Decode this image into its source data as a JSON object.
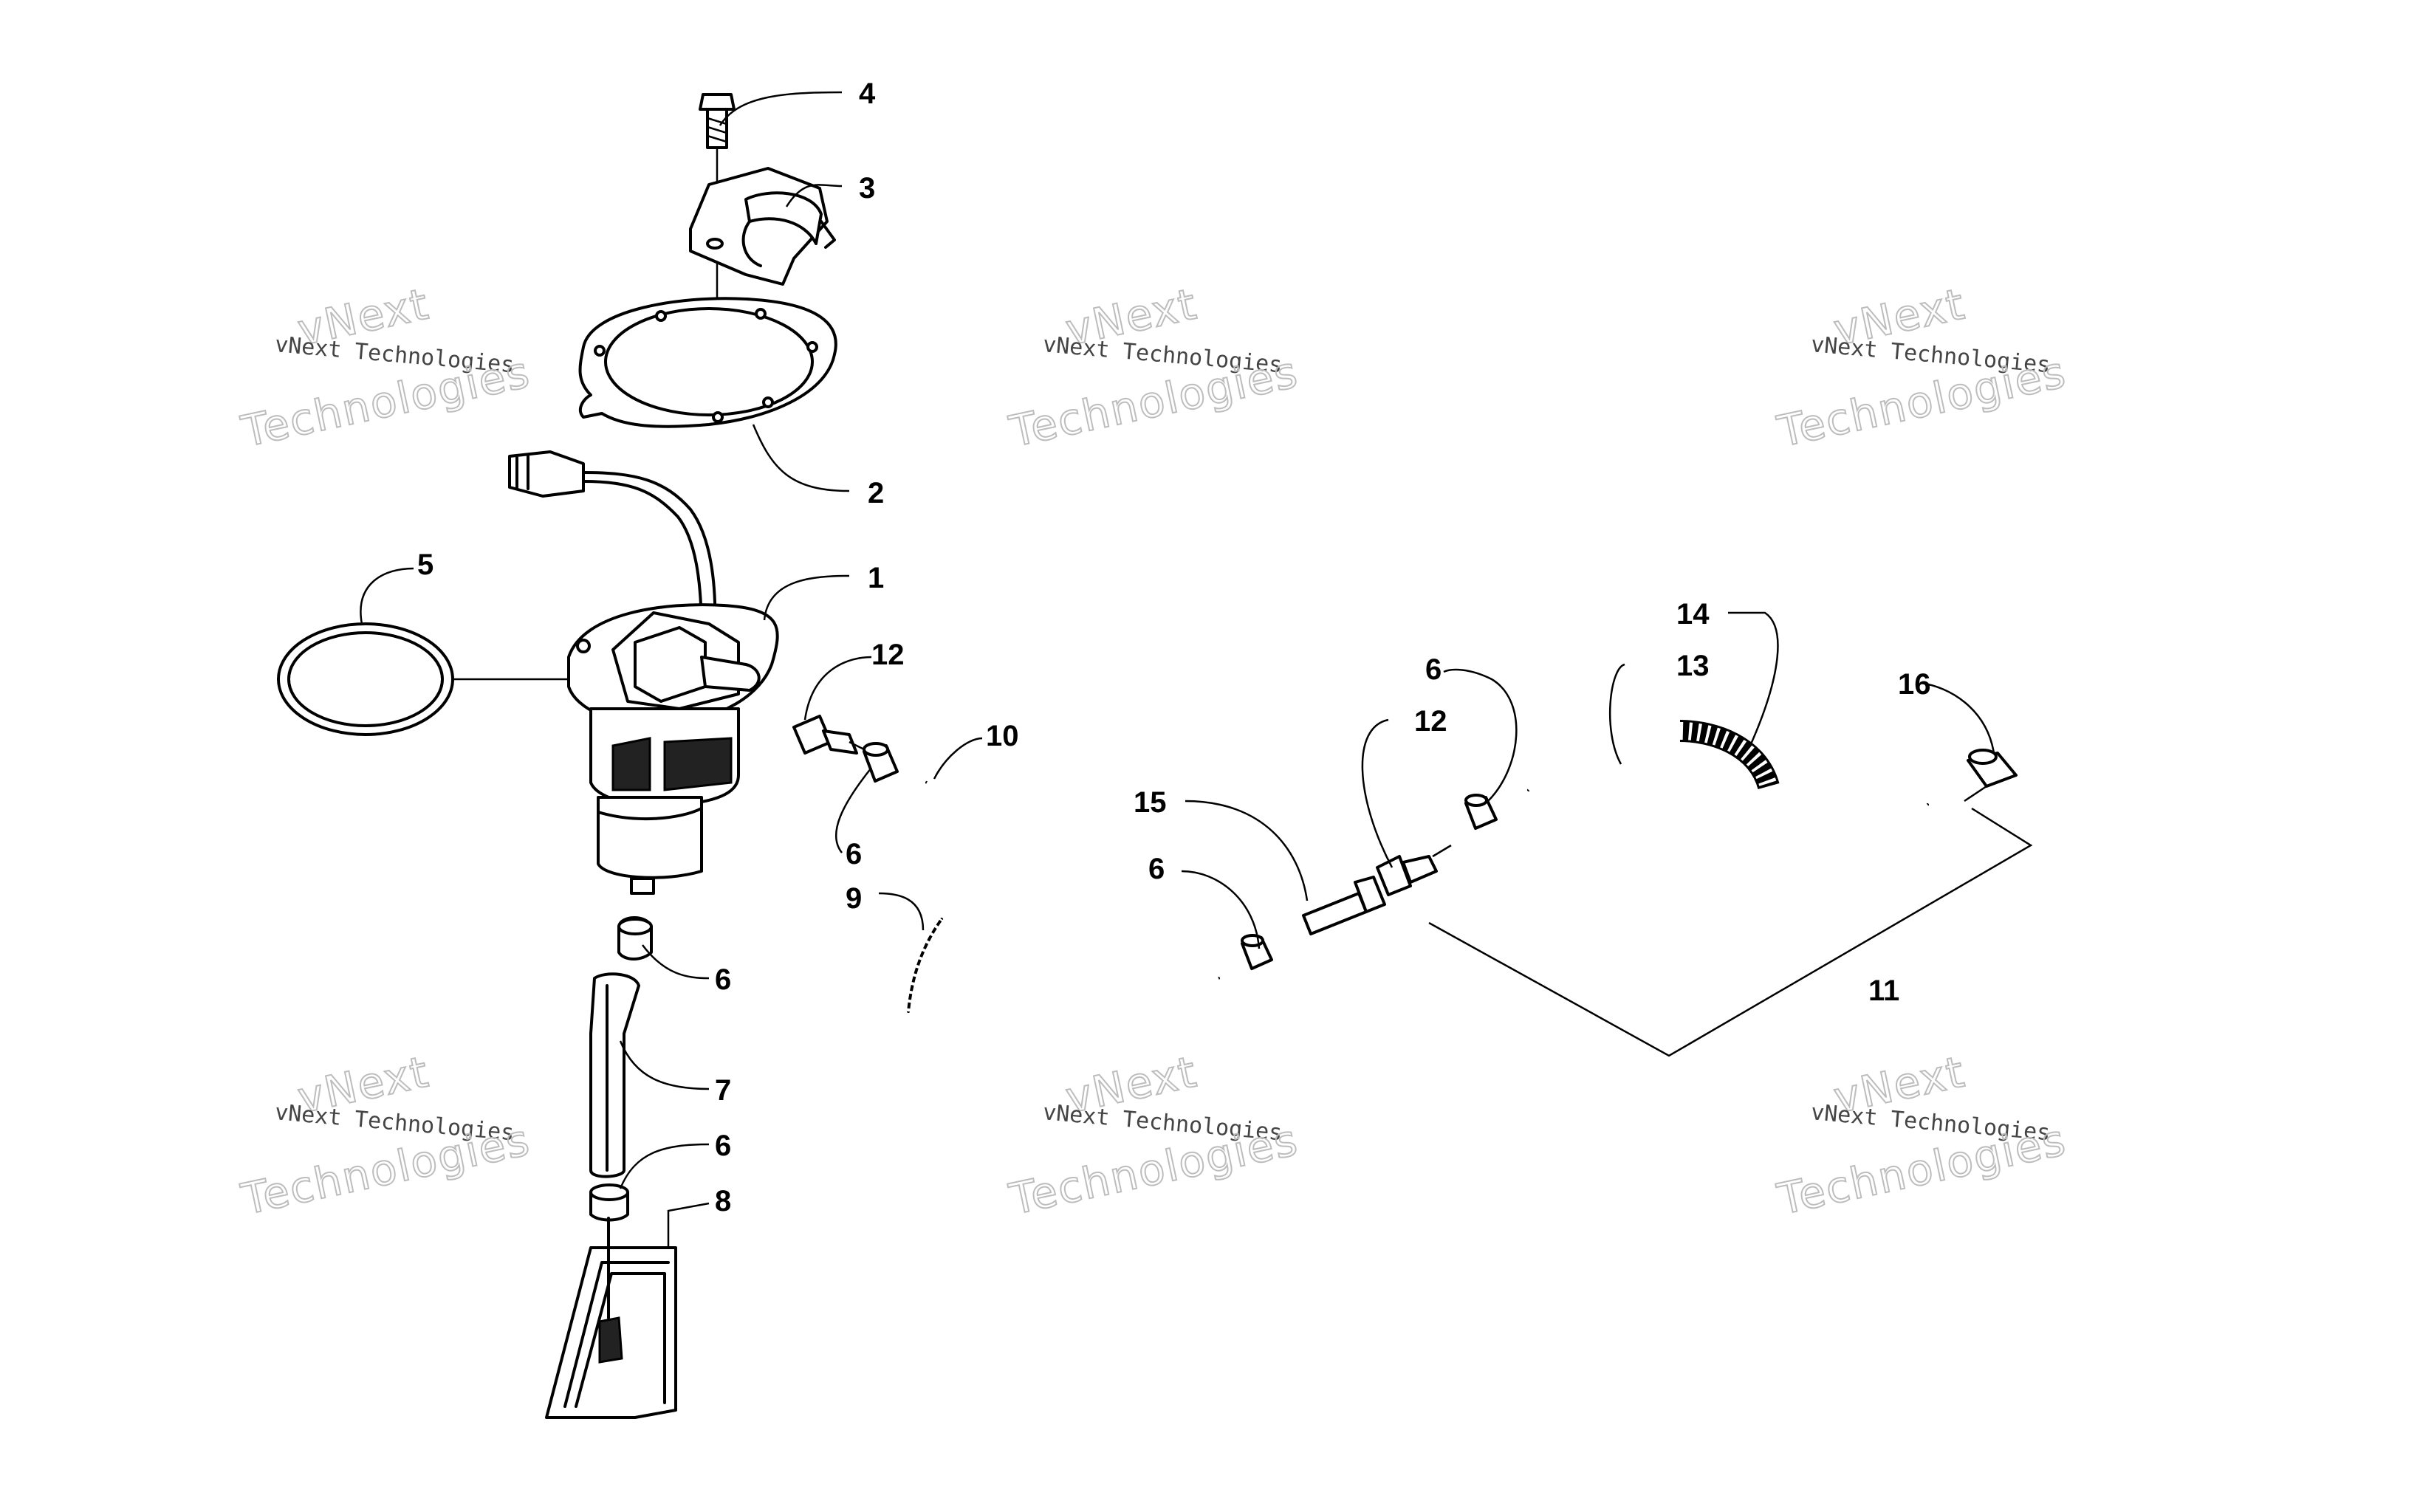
{
  "watermark": {
    "line1": "vNext Technologies",
    "overlay_top": "vNext",
    "overlay_bottom": "Technologies"
  },
  "callouts": [
    "1",
    "2",
    "3",
    "4",
    "5",
    "6",
    "6",
    "6",
    "6",
    "6",
    "7",
    "8",
    "9",
    "10",
    "11",
    "12",
    "12",
    "13",
    "14",
    "15",
    "16"
  ]
}
